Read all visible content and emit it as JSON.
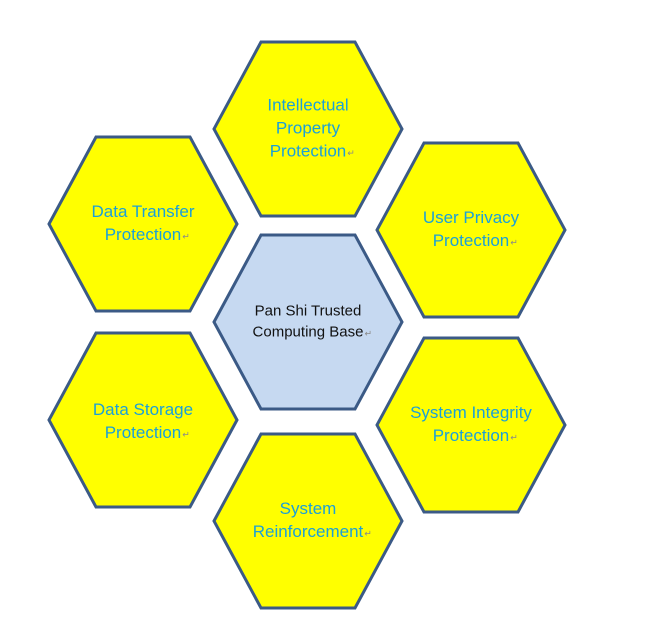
{
  "diagram": {
    "colors": {
      "outer_fill": "#ffff00",
      "center_fill": "#c6d9f1",
      "stroke": "#3b5a86",
      "outer_text": "#1ba0d8",
      "center_text": "#111111"
    },
    "paragraph_mark": "↵",
    "center": {
      "lines": [
        "Pan Shi Trusted",
        "Computing Base"
      ]
    },
    "hexagons": [
      {
        "id": "intellectual-property-protection",
        "lines": [
          "Intellectual",
          "Property",
          "Protection"
        ]
      },
      {
        "id": "user-privacy-protection",
        "lines": [
          "User Privacy",
          "Protection"
        ]
      },
      {
        "id": "system-integrity-protection",
        "lines": [
          "System Integrity",
          "Protection"
        ]
      },
      {
        "id": "system-reinforcement",
        "lines": [
          "System",
          "Reinforcement"
        ]
      },
      {
        "id": "data-storage-protection",
        "lines": [
          "Data Storage",
          "Protection"
        ]
      },
      {
        "id": "data-transfer-protection",
        "lines": [
          "Data Transfer",
          "Protection"
        ]
      }
    ]
  }
}
